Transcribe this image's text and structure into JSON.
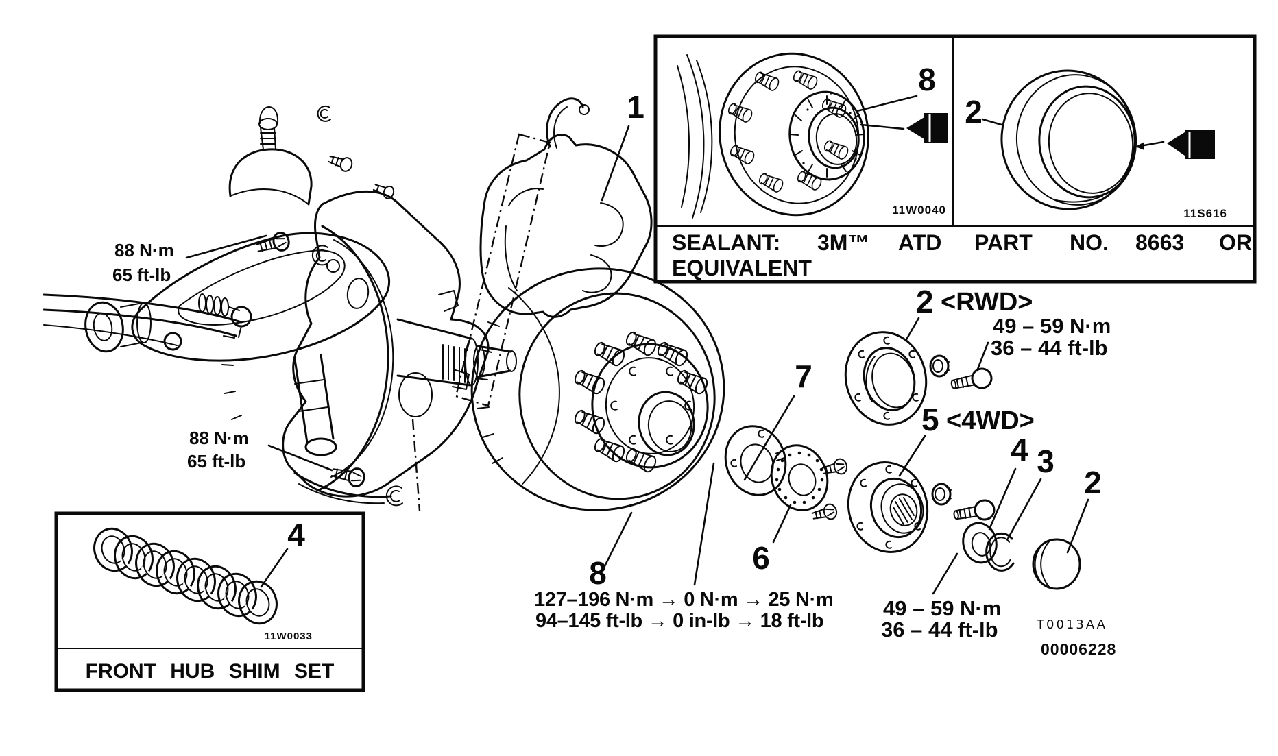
{
  "diagram": {
    "callouts": {
      "caliper": "1",
      "inset_hub_sealant": "8",
      "inset_bearing_cap": "2",
      "rotor": "8",
      "bearing_washer": "7",
      "inner_bearing": "6",
      "rwd_num": "2",
      "rwd_tag": "<RWD>",
      "fwd_num": "5",
      "fwd_tag": "<4WD>",
      "lock_washer": "4",
      "snap_ring": "3",
      "grease_cap": "2",
      "shim_set": "4"
    },
    "torque_labels": {
      "upper_ball_joint": {
        "metric": "88 N·m",
        "imperial": "65 ft-lb"
      },
      "lower_ball_joint": {
        "metric": "88 N·m",
        "imperial": "65 ft-lb"
      },
      "rwd_hub_bolt": {
        "metric": "49 – 59 N·m",
        "imperial": "36 – 44 ft-lb"
      },
      "fwd_hub_bolt": {
        "metric": "49 – 59 N·m",
        "imperial": "36 – 44 ft-lb"
      },
      "spindle_nut_sequence": {
        "metric": "127–196 N·m → 0 N·m → 25 N·m",
        "imperial": "94–145 ft-lb → 0 in-lb → 18 ft-lb"
      }
    },
    "sealant_inset": {
      "caption_words": [
        "SEALANT:",
        "3M™",
        "ATD",
        "PART",
        "NO.",
        "8663",
        "OR"
      ],
      "caption_line2": "EQUIVALENT",
      "left_panel_code": "11W0040",
      "right_panel_code": "11S616"
    },
    "shim_inset": {
      "code": "11W0033",
      "title": "FRONT HUB SHIM SET"
    },
    "footer_codes": {
      "plate_code": "T0013AA",
      "figure_code": "00006228"
    },
    "colors": {
      "ink": "#0a0a0a",
      "paper": "#ffffff"
    }
  }
}
